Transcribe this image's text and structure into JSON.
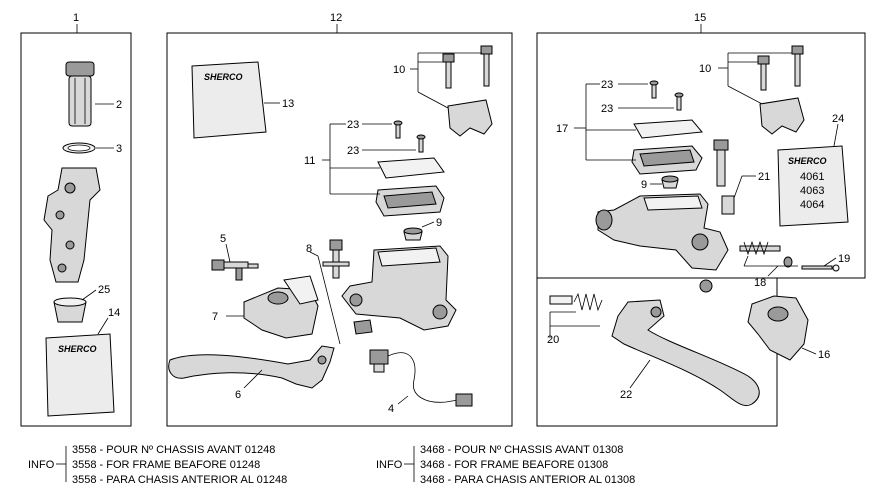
{
  "panels": [
    {
      "label": "1"
    },
    {
      "label": "12"
    },
    {
      "label": "15"
    }
  ],
  "callouts": {
    "p1": {
      "c2": "2",
      "c3": "3",
      "c25": "25",
      "c14": "14"
    },
    "p12": {
      "c13": "13",
      "c10": "10",
      "c23a": "23",
      "c23b": "23",
      "c11": "11",
      "c9": "9",
      "c5": "5",
      "c8": "8",
      "c7": "7",
      "c6": "6",
      "c4": "4"
    },
    "p15": {
      "c10": "10",
      "c23a": "23",
      "c23b": "23",
      "c17": "17",
      "c24": "24",
      "c9": "9",
      "c21": "21",
      "c18": "18",
      "c19": "19",
      "c20": "20",
      "c22": "22",
      "c16": "16"
    }
  },
  "bag_logo": "SHERCO",
  "bag_codes": [
    "4061",
    "4063",
    "4064"
  ],
  "info_left": {
    "label": "INFO",
    "lines": [
      "3558 - POUR Nº CHASSIS AVANT 01248",
      "3558 - FOR FRAME BEAFORE 01248",
      "3558 - PARA CHASIS ANTERIOR AL 01248"
    ]
  },
  "info_right": {
    "label": "INFO",
    "lines": [
      "3468 - POUR Nº CHASSIS AVANT 01308",
      "3468 - FOR FRAME BEAFORE 01308",
      "3468 - PARA CHASIS ANTERIOR AL 01308"
    ]
  }
}
